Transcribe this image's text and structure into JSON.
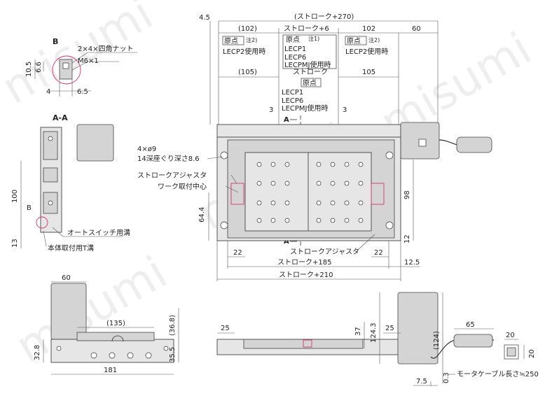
{
  "watermark": "misumi",
  "detail_b": {
    "title": "B",
    "nut_label": "2×4×四角ナット",
    "thread_label": "M6×1",
    "dims": [
      "10.5",
      "6.6",
      "4",
      "6.5"
    ]
  },
  "section_aa": {
    "title": "A-A",
    "labels": [
      "B",
      "オートスイッチ用溝",
      "本体取付用T溝"
    ],
    "dims": [
      "100",
      "13"
    ]
  },
  "top_view": {
    "dims_top": [
      "4.5",
      "(ストローク+270)",
      "(102)",
      "ストローク+6",
      "102",
      "60",
      "(105)",
      "105",
      "3",
      "3"
    ],
    "origin_boxes": [
      {
        "tag": "原点",
        "note": "注2)",
        "text": "LECP2使用時"
      },
      {
        "tag": "原点",
        "note": "注1)",
        "lines": [
          "LECP1",
          "LECP6",
          "LECPMJ使用時"
        ]
      },
      {
        "tag": "原点",
        "note": "注2)",
        "text": "LECP2使用時"
      }
    ],
    "stroke_label": "ストローク",
    "origin_label": "原点",
    "origin_lines": [
      "LECP1",
      "LECP6",
      "LECPMJ使用時"
    ],
    "section_marks": [
      "A",
      "A"
    ],
    "left_labels": [
      "4×ø9",
      "14深座ぐり深さ8.6",
      "ストロークアジャスタ",
      "ワーク取付中心"
    ],
    "bottom_label": "ストロークアジャスタ",
    "dims_side": [
      "64.4",
      "98",
      "12"
    ],
    "dims_bottom": [
      "22",
      "22",
      "ストローク+185",
      "12.5",
      "ストローク+210"
    ]
  },
  "end_view": {
    "dims": [
      "60",
      "(135)",
      "(36.8)",
      "32.8",
      "35.5",
      "181"
    ]
  },
  "side_view": {
    "dims": [
      "25",
      "37",
      "124.3",
      "25",
      "(124)",
      "65",
      "20",
      "20",
      "0.3",
      "7.5"
    ],
    "cable_label": "モータケーブル長さ≒250"
  }
}
